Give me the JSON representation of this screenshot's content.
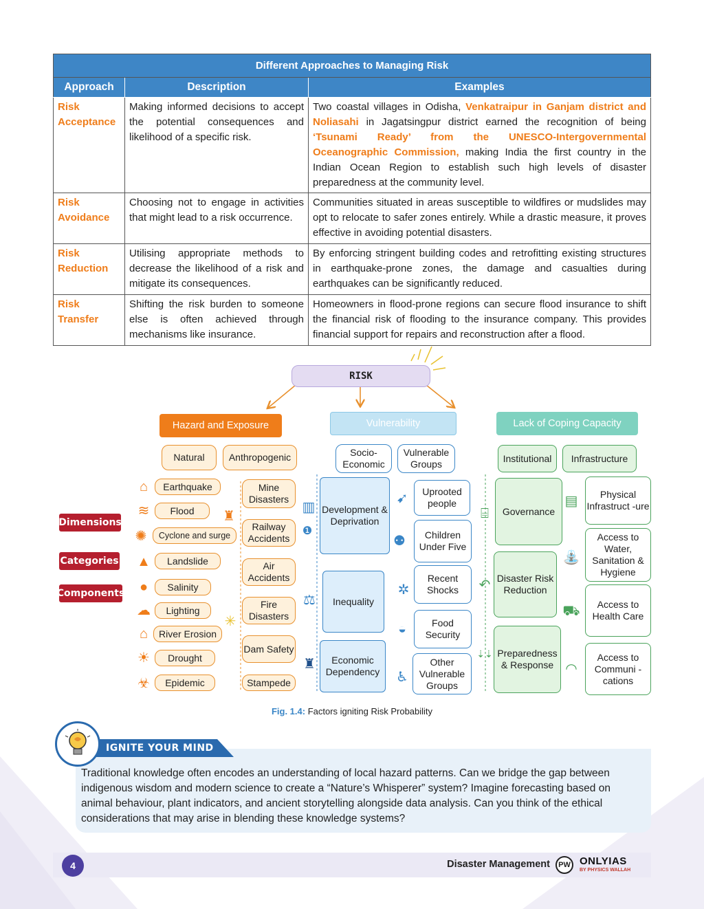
{
  "table": {
    "title": "Different Approaches to Managing Risk",
    "headers": [
      "Approach",
      "Description",
      "Examples"
    ],
    "rows": [
      {
        "approach": "Risk Acceptance",
        "description": "Making informed decisions to accept the potential consequences and likelihood of a specific risk.",
        "ex_a": "Two coastal villages in Odisha, ",
        "ex_b": "Venkatraipur in Ganjam district and Noliasahi",
        "ex_c": " in Jagatsingpur district earned the recognition of being ",
        "ex_d": "‘Tsunami Ready’ from the UNESCO-Intergovernmental Oceanographic Commission,",
        "ex_e": " making India the first country in the Indian Ocean Region to establish such high levels of disaster preparedness at the community level."
      },
      {
        "approach": "Risk Avoidance",
        "description": "Choosing not to engage in activities that might lead to a risk occurrence.",
        "example": "Communities situated in areas susceptible to wildfires or mudslides may opt to relocate to safer zones entirely. While a drastic measure, it proves effective in avoiding potential disasters."
      },
      {
        "approach": "Risk Reduction",
        "description": "Utilising appropriate methods to decrease the likelihood of a risk and mitigate its consequences.",
        "example": "By enforcing stringent building codes and retrofitting existing structures in earthquake-prone zones, the damage and casualties during earthquakes can be significantly reduced."
      },
      {
        "approach": "Risk Transfer",
        "description": "Shifting the risk burden to someone else is often achieved through mechanisms like insurance.",
        "example": "Homeowners in flood-prone regions can secure flood insurance to shift the financial risk of flooding to the insurance company. This provides financial support for repairs and reconstruction after a flood."
      }
    ]
  },
  "diagram": {
    "root": "RISK",
    "tags": [
      "Dimensions",
      "Categories",
      "Components"
    ],
    "hazard": {
      "title": "Hazard and Exposure",
      "natural_label": "Natural",
      "anthro_label": "Anthropogenic",
      "natural": [
        "Earthquake",
        "Flood",
        "Cyclone and surge",
        "Landslide",
        "Salinity",
        "Lighting",
        "River Erosion",
        "Drought",
        "Epidemic"
      ],
      "anthropogenic": [
        "Mine Disasters",
        "Railway Accidents",
        "Air Accidents",
        "Fire Disasters",
        "Dam Safety",
        "Stampede"
      ]
    },
    "vulnerability": {
      "title": "Vulnerability",
      "socio": "Socio-Economic",
      "groups": "Vulnerable Groups",
      "left": [
        "Development & Deprivation",
        "Inequality",
        "Economic Dependency"
      ],
      "right": [
        "Uprooted people",
        "Children Under Five",
        "Recent Shocks",
        "Food Security",
        "Other Vulnerable Groups"
      ]
    },
    "coping": {
      "title": "Lack of Coping Capacity",
      "institutional": "Institutional",
      "infrastructure": "Infrastructure",
      "left": [
        "Governance",
        "Disaster Risk Reduction",
        "Preparedness & Response"
      ],
      "right": [
        "Physical Infrastruct -ure",
        "Access to Water, Sanitation & Hygiene",
        "Access to Health Care",
        "Access to Communi -cations"
      ]
    }
  },
  "caption": {
    "label": "Fig. 1.4:",
    "text": " Factors igniting Risk Probability"
  },
  "ignite": {
    "title": "IGNITE YOUR MIND",
    "text": "Traditional knowledge often encodes an understanding of local hazard patterns. Can we bridge the gap between indigenous wisdom and modern science to create a “Nature’s Whisperer” system? Imagine forecasting based on animal behaviour, plant indicators, and ancient storytelling alongside data analysis. Can you think of the ethical considerations that may arise in blending these knowledge systems?"
  },
  "footer": {
    "page": "4",
    "title": "Disaster Management",
    "brand": "ONLYIAS",
    "brand_sub": "BY PHYSICS WALLAH",
    "logo_text": "PW"
  },
  "colors": {
    "table_header": "#3e86c6",
    "accent_orange": "#ef7d1a",
    "blue": "#3a86c7",
    "green": "#4aa35b",
    "tag_red": "#b51f2e"
  }
}
